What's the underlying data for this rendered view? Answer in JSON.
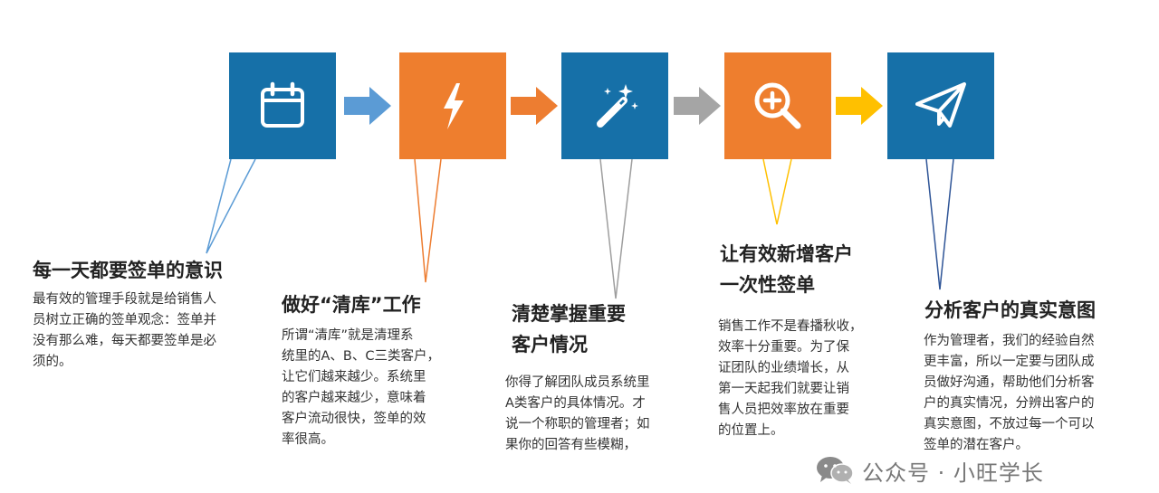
{
  "colors": {
    "blue": "#1670A8",
    "orange": "#EE7E2E",
    "arrow_blue": "#5B9BD5",
    "arrow_orange": "#ED7D31",
    "arrow_gray": "#A5A5A5",
    "arrow_yellow": "#FFC000",
    "connector_gray": "#9E9E9E",
    "connector_yellow": "#FFC000",
    "connector_navy": "#2F5597"
  },
  "steps": [
    {
      "icon": "calendar-icon",
      "title": "每一天都要签单的意识",
      "desc": [
        "最有效的管理手段就是给销售人",
        "员树立正确的签单观念：签单并",
        "没有那么难，每天都要签单是必",
        "须的。"
      ]
    },
    {
      "icon": "lightning-icon",
      "title": "做好“清库”工作",
      "desc": [
        "所谓“清库”就是清理系",
        "统里的A、B、C三类客户，",
        "让它们越来越少。系统里",
        "的客户越来越少，意味着",
        "客户流动很快，签单的效",
        "率很高。"
      ]
    },
    {
      "icon": "magic-wand-icon",
      "title_lines": [
        "清楚掌握重要",
        "客户情况"
      ],
      "desc": [
        "你得了解团队成员系统里",
        "A类客户的具体情况。才",
        "说一个称职的管理者；如",
        "果你的回答有些模糊，"
      ]
    },
    {
      "icon": "zoom-in-icon",
      "title_lines": [
        "让有效新增客户",
        "一次性签单"
      ],
      "desc": [
        "销售工作不是春播秋收，",
        "效率十分重要。为了保",
        "证团队的业绩增长，从",
        "第一天起我们就要让销",
        "售人员把效率放在重要",
        "的位置上。"
      ]
    },
    {
      "icon": "paper-plane-icon",
      "title": "分析客户的真实意图",
      "desc": [
        "作为管理者，我们的经验自然",
        "更丰富，所以一定要与团队成",
        "员做好沟通，帮助他们分析客",
        "户的真实情况，分辨出客户的",
        "真实意图，不放过每一个可以",
        "签单的潜在客户。"
      ]
    }
  ],
  "watermark": {
    "icon": "wechat-icon",
    "text": "公众号 · 小旺学长"
  }
}
